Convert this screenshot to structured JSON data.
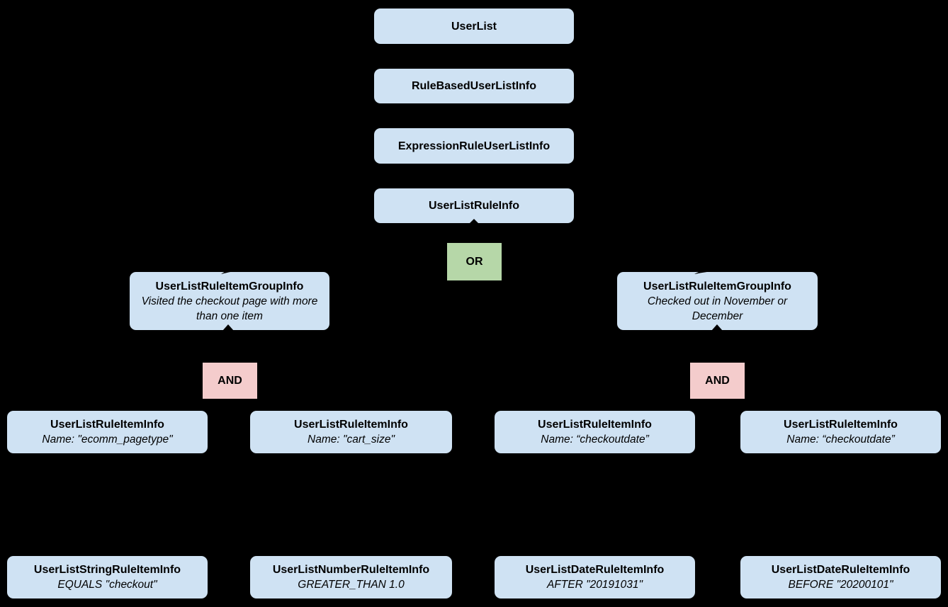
{
  "diagram": {
    "background_color": "#000000",
    "colors": {
      "node_fill": "#cfe2f3",
      "or_fill": "#b6d7a8",
      "and_fill": "#f4cccc",
      "text": "#000000"
    },
    "chain": [
      {
        "label": "UserList"
      },
      {
        "label": "RuleBasedUserListInfo"
      },
      {
        "label": "ExpressionRuleUserListInfo"
      },
      {
        "label": "UserListRuleInfo"
      }
    ],
    "operators": {
      "or": "OR",
      "and": "AND"
    },
    "groups": [
      {
        "title": "UserListRuleItemGroupInfo",
        "note": "Visited the checkout page with more than one item"
      },
      {
        "title": "UserListRuleItemGroupInfo",
        "note": "Checked out in November or December"
      }
    ],
    "rule_items": [
      {
        "title": "UserListRuleItemInfo",
        "note": "Name: \"ecomm_pagetype\""
      },
      {
        "title": "UserListRuleItemInfo",
        "note": "Name: \"cart_size\""
      },
      {
        "title": "UserListRuleItemInfo",
        "note": "Name: “checkoutdate”"
      },
      {
        "title": "UserListRuleItemInfo",
        "note": "Name: “checkoutdate”"
      }
    ],
    "leaf_items": [
      {
        "title": "UserListStringRuleItemInfo",
        "note": "EQUALS \"checkout\""
      },
      {
        "title": "UserListNumberRuleItemInfo",
        "note": "GREATER_THAN 1.0"
      },
      {
        "title": "UserListDateRuleItemInfo",
        "note": "AFTER \"20191031\""
      },
      {
        "title": "UserListDateRuleItemInfo",
        "note": "BEFORE \"20200101\""
      }
    ]
  }
}
